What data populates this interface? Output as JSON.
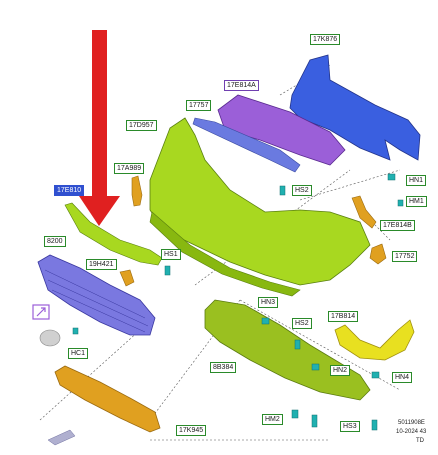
{
  "callouts": {
    "c17k876": "17K876",
    "c17e814a": "17E814A",
    "c17757": "17757",
    "c17d957": "17D957",
    "c17a989": "17A989",
    "c17e810": "17E810",
    "c17k945": "17K945",
    "c8200": "8200",
    "c19h421": "19H421",
    "c17e814b": "17E814B",
    "c17752": "17752",
    "c17b814": "17B814",
    "c8b384": "8B384",
    "hn1": "HN1",
    "hm1": "HM1",
    "hs2_top": "HS2",
    "hs1": "HS1",
    "hc1": "HC1",
    "hn3": "HN3",
    "hs2_mid": "HS2",
    "hn2": "HN2",
    "hn4": "HN4",
    "hm2": "HM2",
    "hs3": "HS3"
  },
  "reference": {
    "code": "5011908E",
    "date": "10-2024 43",
    "suffix": "TD"
  },
  "colors": {
    "arrow": "#e02020",
    "bumper": "#a8d820",
    "reinforcement": "#3a5fe0",
    "absorber": "#9b5fd8",
    "grille": "#7a78e0",
    "lower_shield": "#9ac020",
    "bracket": "#e0a020",
    "trim": "#e8e020",
    "clip": "#20b0b0",
    "label_border": "#2a8a2a"
  }
}
